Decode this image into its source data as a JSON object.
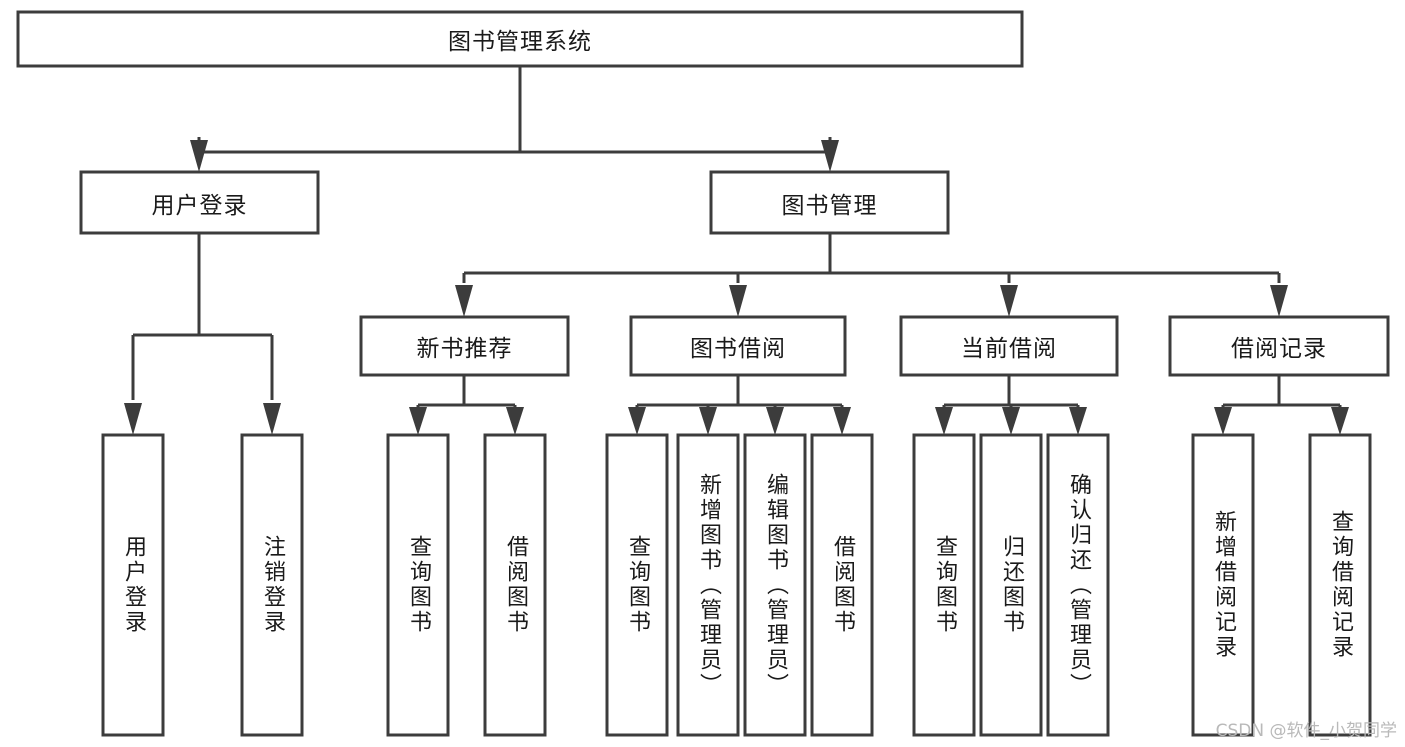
{
  "diagram": {
    "title": "图书管理系统",
    "type": "hierarchy-tree",
    "watermark": "CSDN @软件_小贺同学",
    "colors": {
      "background": "#ffffff",
      "box_fill": "#ffffff",
      "box_stroke": "#3c3c3c",
      "connector": "#3c3c3c",
      "text": "#1a1a1a",
      "watermark": "#b9b9b9"
    },
    "levels": {
      "root": {
        "label": "图书管理系统"
      },
      "level2": [
        {
          "label": "用户登录"
        },
        {
          "label": "图书管理"
        }
      ],
      "level3": [
        {
          "label": "新书推荐"
        },
        {
          "label": "图书借阅"
        },
        {
          "label": "当前借阅"
        },
        {
          "label": "借阅记录"
        }
      ],
      "leaves": {
        "user_login": [
          {
            "label": "用户登录"
          },
          {
            "label": "注销登录"
          }
        ],
        "new_book_rec": [
          {
            "label": "查询图书"
          },
          {
            "label": "借阅图书"
          }
        ],
        "book_borrow": [
          {
            "label": "查询图书"
          },
          {
            "label": "新增图书（管理员）"
          },
          {
            "label": "编辑图书（管理员）"
          },
          {
            "label": "借阅图书"
          }
        ],
        "current_borrow": [
          {
            "label": "查询图书"
          },
          {
            "label": "归还图书"
          },
          {
            "label": "确认归还（管理员）"
          }
        ],
        "borrow_records": [
          {
            "label": "新增借阅记录"
          },
          {
            "label": "查询借阅记录"
          }
        ]
      }
    }
  }
}
